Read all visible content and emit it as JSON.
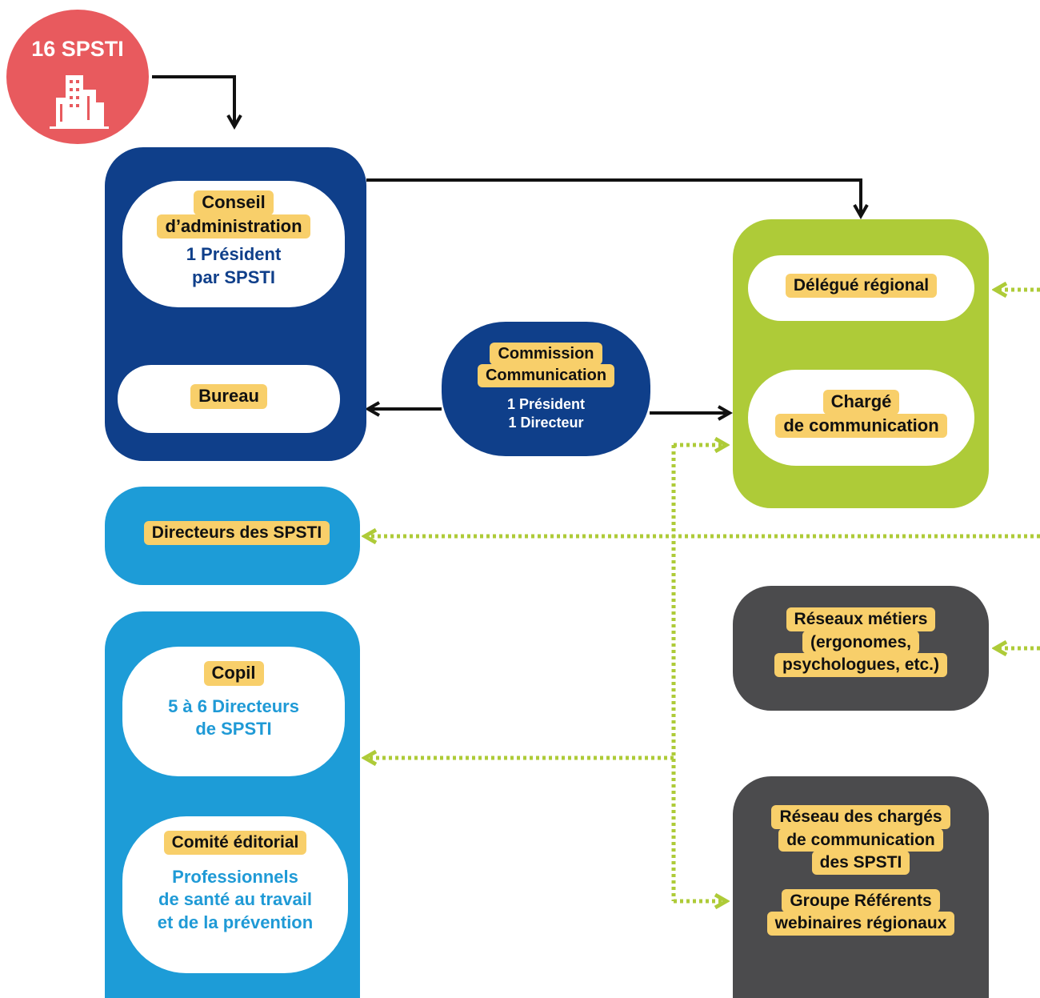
{
  "badge": {
    "label": "16 SPSTI",
    "icon": "building-icon",
    "color": "#e85a5e"
  },
  "colors": {
    "navy": "#0f3f8a",
    "sky": "#1d9cd7",
    "green": "#aecb38",
    "dark": "#4b4b4d",
    "highlight": "#f8cf6a"
  },
  "governance": {
    "conseil": {
      "line1": "Conseil",
      "line2": "d’administration",
      "sub1": "1 Président",
      "sub2": "par SPSTI"
    },
    "bureau": {
      "label": "Bureau"
    }
  },
  "commission": {
    "line1": "Commission",
    "line2": "Communication",
    "sub1": "1 Président",
    "sub2": "1 Directeur"
  },
  "regional": {
    "delegue": {
      "label": "Délégué régional"
    },
    "charge": {
      "line1": "Chargé",
      "line2": "de communication"
    }
  },
  "directeurs": {
    "label": "Directeurs des SPSTI"
  },
  "copil_group": {
    "copil": {
      "label": "Copil",
      "sub1": "5 à 6 Directeurs",
      "sub2": "de SPSTI"
    },
    "comite": {
      "label": "Comité éditorial",
      "sub1": "Professionnels",
      "sub2": "de santé au travail",
      "sub3": "et de la prévention"
    }
  },
  "reseaux_metiers": {
    "line1": "Réseaux métiers",
    "line2": "(ergonomes,",
    "line3": "psychologues, etc.)"
  },
  "reseau_charges": {
    "line1": "Réseau des chargés",
    "line2": "de communication",
    "line3": "des SPSTI",
    "groupe1": "Groupe Référents",
    "groupe2": "webinaires régionaux"
  }
}
